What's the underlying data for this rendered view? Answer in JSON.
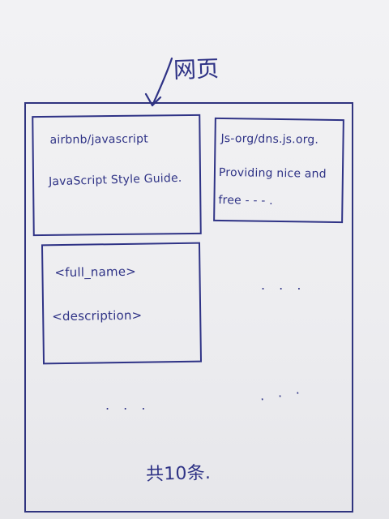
{
  "sketch": {
    "page_label": "网页",
    "cards": [
      {
        "line1": "airbnb/javascript",
        "line2": "JavaScript Style Guide."
      },
      {
        "line1": "Js-org/dns.js.org.",
        "line2": "Providing nice and",
        "line3": "free - - - ."
      },
      {
        "line1": "<full_name>",
        "line2": "<description>"
      }
    ],
    "more_markers": [
      ". . .",
      ". . .",
      ". . ."
    ],
    "total": "共10条."
  }
}
